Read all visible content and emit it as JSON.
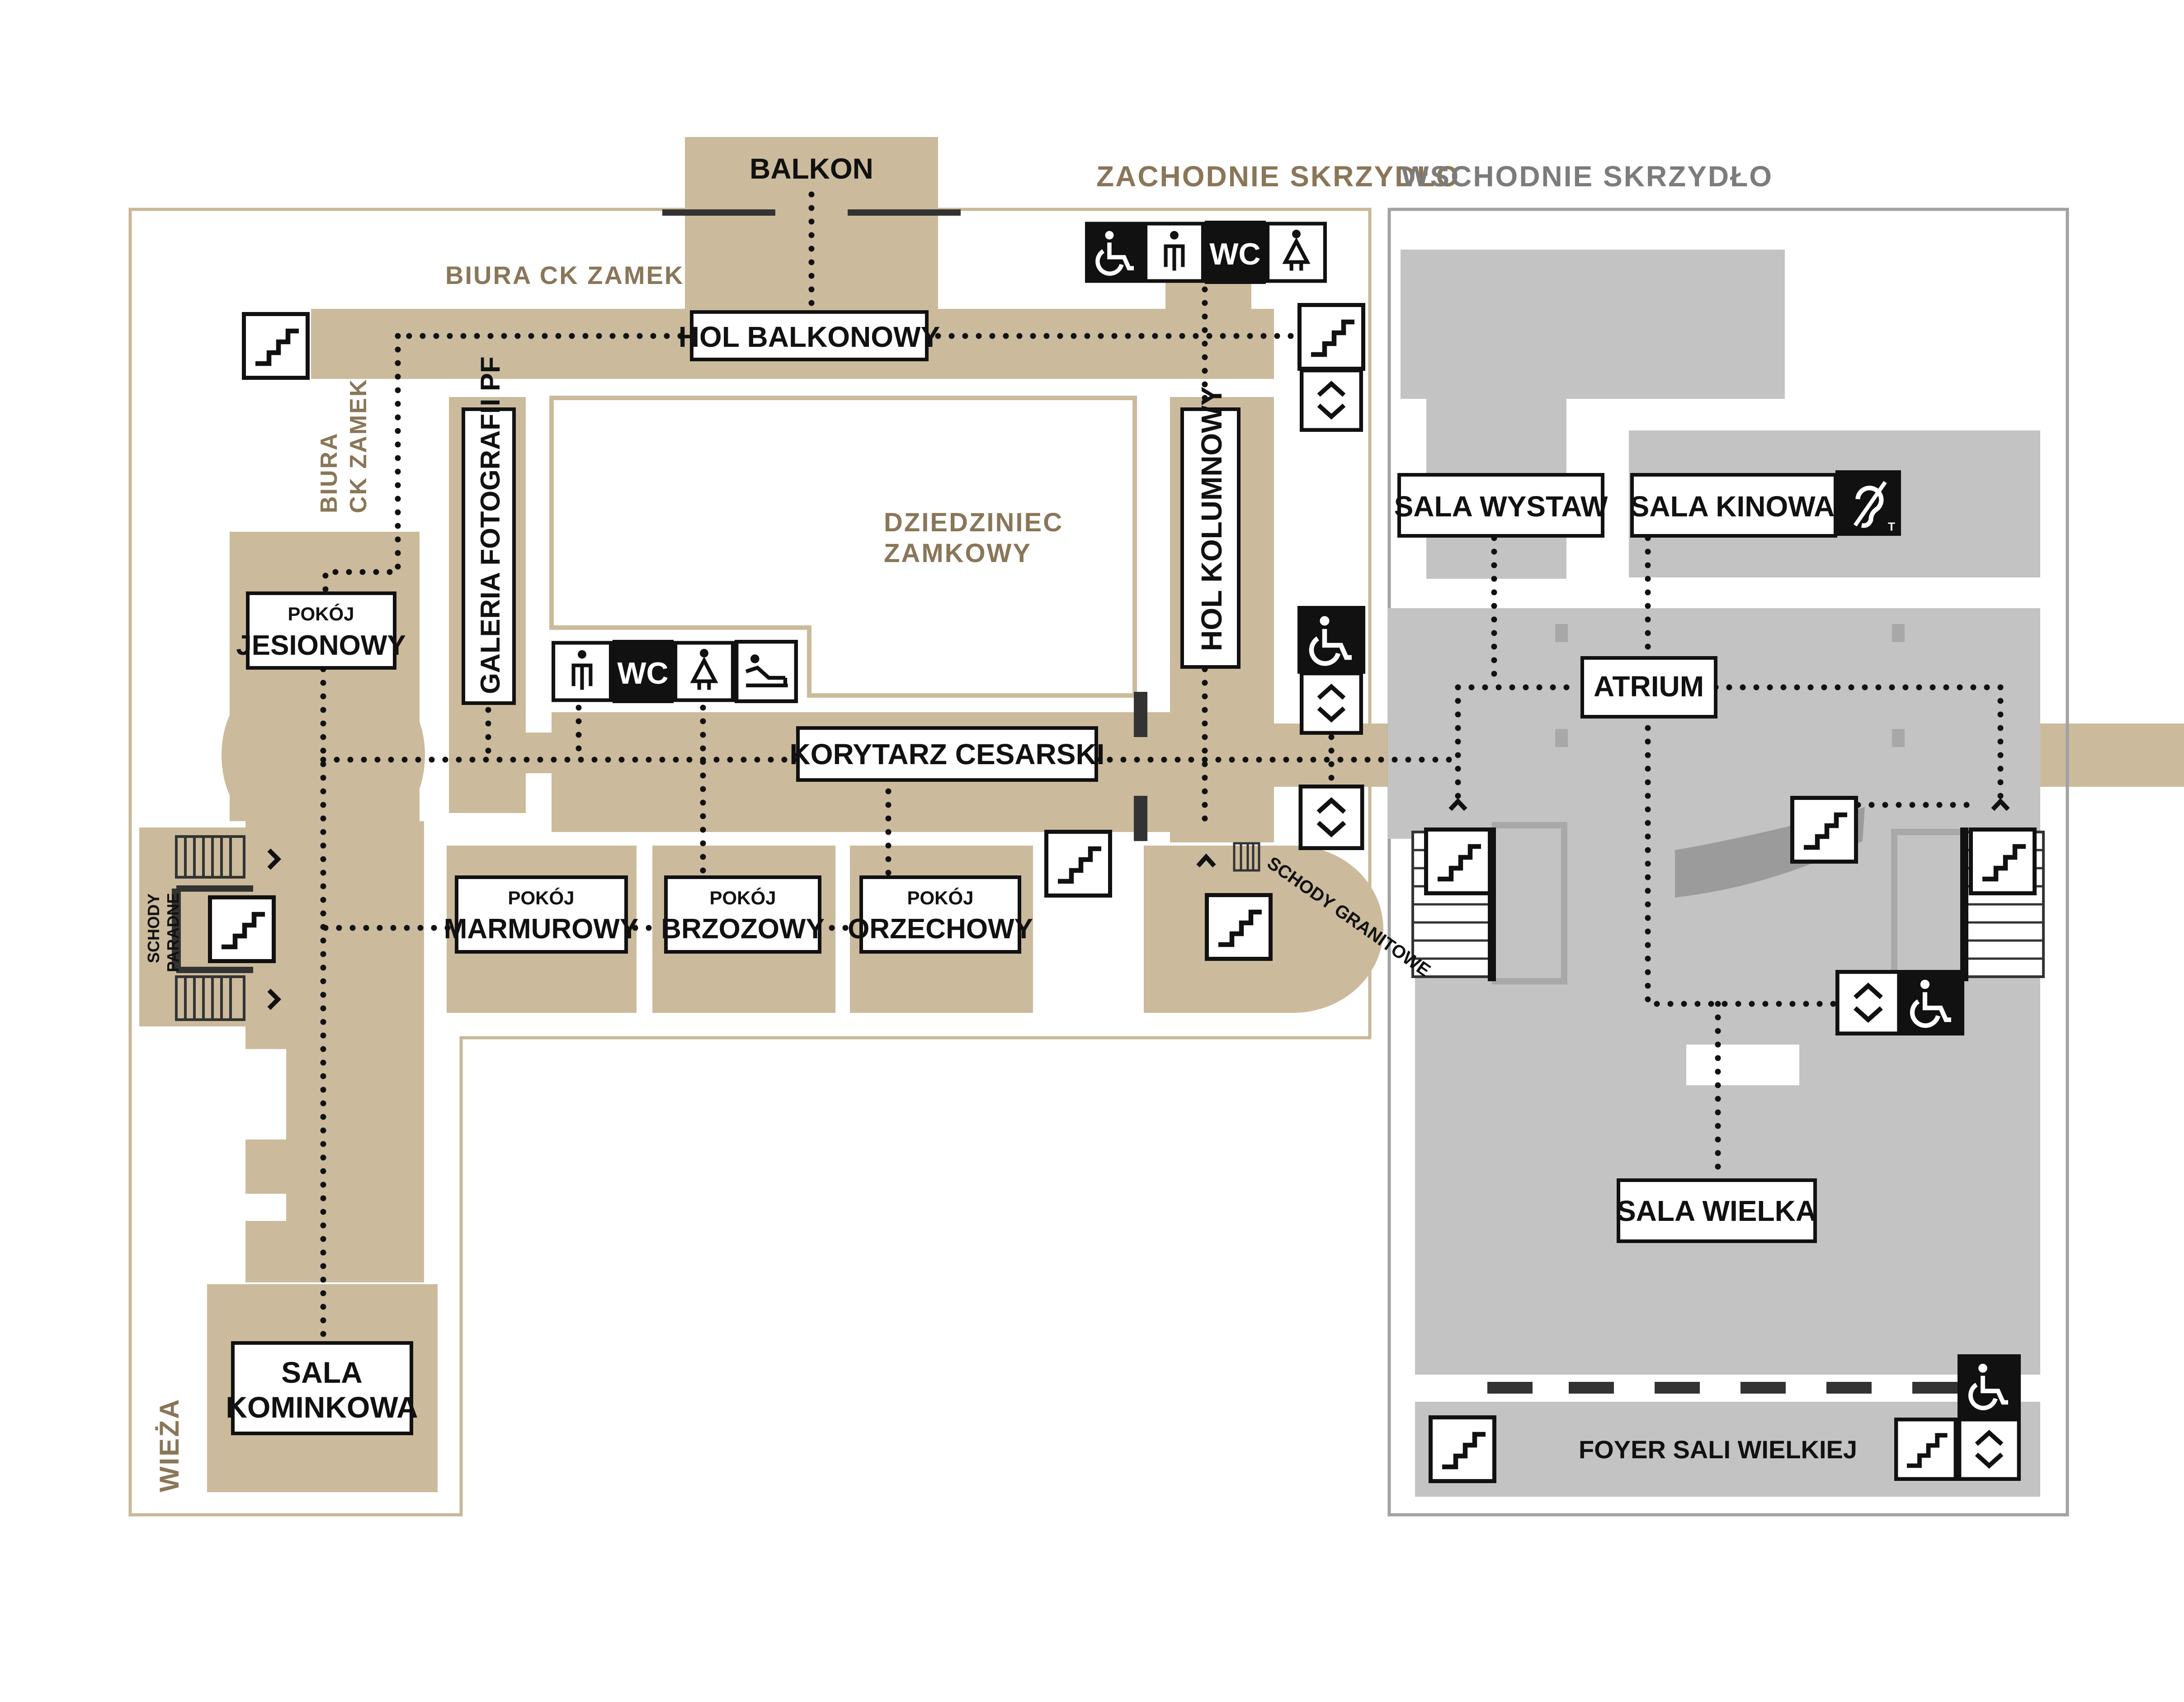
{
  "sections": {
    "west_wing": "ZACHODNIE SKRZYDŁO",
    "east_wing": "WSCHODNIE SKRZYDŁO"
  },
  "areas": {
    "offices_top": "BIURA CK ZAMEK",
    "offices_side_1": "BIURA",
    "offices_side_2": "CK ZAMEK",
    "courtyard_1": "DZIEDZINIEC",
    "courtyard_2": "ZAMKOWY",
    "tower": "WIEŻA",
    "granite_stairs": "SCHODY GRANITOWE",
    "parade_stairs_1": "SCHODY",
    "parade_stairs_2": "PARADNE"
  },
  "rooms": {
    "balkon": "BALKON",
    "hol_balkonowy": "HOL BALKONOWY",
    "hol_kolumnowy": "HOL KOLUMNOWY",
    "galeria": "GALERIA FOTOGRAFII PF",
    "korytarz": "KORYTARZ CESARSKI",
    "jesionowy_top": "POKÓJ",
    "jesionowy_main": "JESIONOWY",
    "marmurowy_top": "POKÓJ",
    "marmurowy_main": "MARMUROWY",
    "brzozowy_top": "POKÓJ",
    "brzozowy_main": "BRZOZOWY",
    "orzechowy_top": "POKÓJ",
    "orzechowy_main": "ORZECHOWY",
    "kominkowa_1": "SALA",
    "kominkowa_2": "KOMINKOWA",
    "sala_wystaw": "SALA WYSTAW",
    "sala_kinowa": "SALA KINOWA",
    "atrium": "ATRIUM",
    "sala_wielka": "SALA WIELKA",
    "foyer": "FOYER SALI WIELKIEJ"
  },
  "facility_labels": {
    "wc_top": "WC",
    "wc_courtyard": "WC"
  },
  "icons": [
    "wheelchair-icon",
    "male-icon",
    "female-icon",
    "baby-changing-icon",
    "stairs-icon",
    "elevator-icon",
    "hearing-loop-icon"
  ],
  "colors": {
    "west_wing": "#cbbb9c",
    "west_outline": "#c8b898",
    "west_title": "#8a7658",
    "east_wing": "#c3c3c4",
    "east_outline": "#a2a2a3",
    "east_title": "#7c7c7d",
    "route": "#111111"
  }
}
